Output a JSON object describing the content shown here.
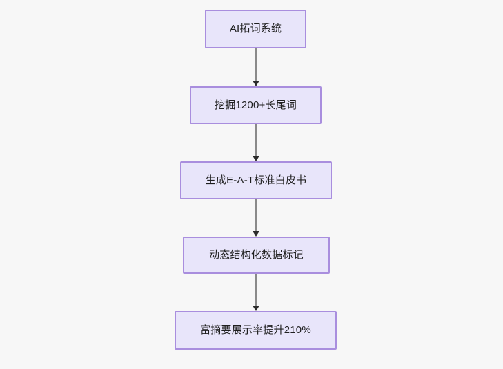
{
  "diagram": {
    "type": "flowchart",
    "direction": "top-to-bottom",
    "background_color": "#f7f7f7",
    "node_fill_color": "#e8e5fa",
    "node_border_color": "#a98ede",
    "node_text_color": "#1f1f1f",
    "edge_color": "#8a8a8a",
    "arrowhead_color": "#2b2b2b",
    "nodes": [
      {
        "id": "n1",
        "label": "AI拓词系统"
      },
      {
        "id": "n2",
        "label": "挖掘1200+长尾词"
      },
      {
        "id": "n3",
        "label": "生成E-A-T标准白皮书"
      },
      {
        "id": "n4",
        "label": "动态结构化数据标记"
      },
      {
        "id": "n5",
        "label": "富摘要展示率提升210%"
      }
    ],
    "edges": [
      {
        "id": "e1",
        "from": "n1",
        "to": "n2",
        "label": ""
      },
      {
        "id": "e2",
        "from": "n2",
        "to": "n3",
        "label": ""
      },
      {
        "id": "e3",
        "from": "n3",
        "to": "n4",
        "label": ""
      },
      {
        "id": "e4",
        "from": "n4",
        "to": "n5",
        "label": ""
      }
    ]
  }
}
